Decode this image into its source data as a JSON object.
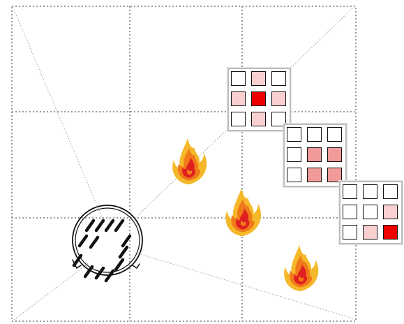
{
  "colors": {
    "grid_line": "#8c8c8c",
    "sight_line": "#9a9a9a",
    "cell_border": "#111111",
    "patch_border": "#bdbdbd",
    "intensity_none": "#ffffff",
    "intensity_low": "#f9cfcf",
    "intensity_mid": "#f09a9a",
    "intensity_high": "#ee0000",
    "flame_outer": "#f5b82a",
    "flame_mid": "#f07a1a",
    "flame_inner": "#e02020",
    "sensor_stroke": "#111111"
  },
  "icons": {
    "fire": "fire-icon",
    "sensor": "drone-sensor-icon"
  },
  "grid": {
    "rows": 3,
    "cols": 3
  },
  "patches": [
    {
      "name": "heat-patch-upper",
      "cells": [
        0,
        1,
        0,
        1,
        3,
        1,
        0,
        1,
        0
      ]
    },
    {
      "name": "heat-patch-middle",
      "cells": [
        0,
        0,
        0,
        0,
        2,
        2,
        0,
        2,
        2
      ]
    },
    {
      "name": "heat-patch-lower",
      "cells": [
        0,
        0,
        0,
        0,
        0,
        1,
        0,
        1,
        3
      ]
    }
  ]
}
